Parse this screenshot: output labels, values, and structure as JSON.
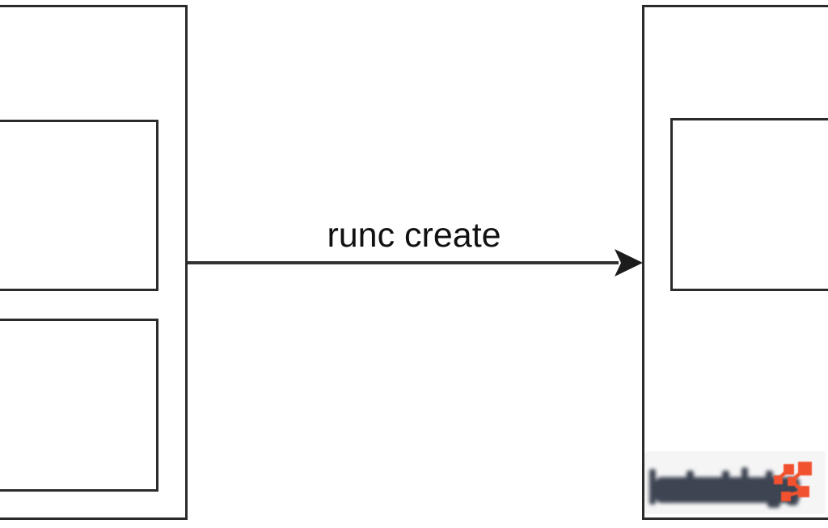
{
  "page": {
    "type": "diagram",
    "background_color": "#ffffff"
  },
  "diagram": {
    "arrow": {
      "label": "runc create",
      "direction": "left-to-right",
      "color": "#333333"
    },
    "boxes": {
      "left_outer": {
        "label": "",
        "inner_box_count": 2,
        "clipped_edge": "left"
      },
      "left_inner_top": {
        "label": ""
      },
      "left_inner_bottom": {
        "label": ""
      },
      "right_outer": {
        "label": "",
        "inner_box_count": 1,
        "clipped_edge": "right"
      },
      "right_inner": {
        "label": ""
      }
    },
    "border_color": "#2b2b2b",
    "label_color": "#111111"
  },
  "watermark": {
    "kind": "blurred-logo",
    "text_legible": false,
    "logotype_color": "#3d4452",
    "icon": "network-nodes-icon",
    "icon_color": "#f2512f"
  }
}
